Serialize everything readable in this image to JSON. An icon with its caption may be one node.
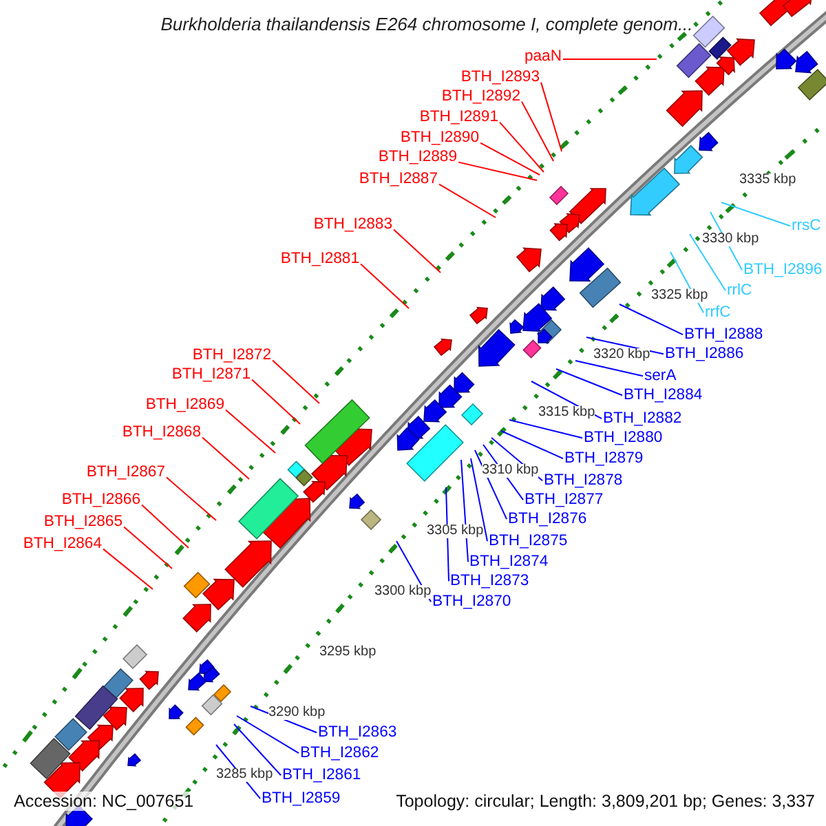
{
  "diagram": {
    "title": "Burkholderia thailandensis E264 chromosome I, complete genom...",
    "nodes": [
      {
        "text": [
          "paaN"
        ]
      },
      {
        "text": [
          "BTH_I2893"
        ]
      },
      {
        "text": [
          "BTH_I2892"
        ]
      },
      {
        "text": [
          "BTH_I2891"
        ]
      },
      {
        "text": [
          "BTH_I2890"
        ]
      },
      {
        "text": [
          "BTH_I2889"
        ]
      },
      {
        "text": [
          "BTH_I2887"
        ]
      },
      {
        "text": [
          "rrsC"
        ]
      },
      {
        "text": [
          "BTH_I2883"
        ]
      },
      {
        "text": [
          "BTH_I2881"
        ]
      },
      {
        "text": [
          "BTH_I2896"
        ]
      },
      {
        "text": [
          "rrlC"
        ]
      },
      {
        "text": [
          "rrfC"
        ]
      },
      {
        "text": [
          "BTH_I2888"
        ]
      },
      {
        "text": [
          "BTH_I2886"
        ]
      },
      {
        "text": [
          "serA"
        ]
      },
      {
        "text": [
          "BTH_I2872"
        ]
      },
      {
        "text": [
          "BTH_I2884"
        ]
      },
      {
        "text": [
          "BTH_I2871"
        ]
      },
      {
        "text": [
          "BTH_I2882"
        ]
      },
      {
        "text": [
          "BTH_I2869"
        ]
      },
      {
        "text": [
          "BTH_I2880"
        ]
      },
      {
        "text": [
          "BTH_I2868"
        ]
      },
      {
        "text": [
          "BTH_I2879"
        ]
      },
      {
        "text": [
          "BTH_I2878"
        ]
      },
      {
        "text": [
          "BTH_I2867"
        ]
      },
      {
        "text": [
          "BTH_I2877"
        ]
      },
      {
        "text": [
          "BTH_I2866"
        ]
      },
      {
        "text": [
          "BTH_I2876"
        ]
      },
      {
        "text": [
          "BTH_I2865"
        ]
      },
      {
        "text": [
          "BTH_I2875"
        ]
      },
      {
        "text": [
          "BTH_I2864"
        ]
      },
      {
        "text": [
          "BTH_I2874"
        ]
      },
      {
        "text": [
          "BTH_I2873"
        ]
      },
      {
        "text": [
          "BTH_I2870"
        ]
      },
      {
        "text": [
          "BTH_I2863"
        ]
      },
      {
        "text": [
          "BTH_I2862"
        ]
      },
      {
        "text": [
          "BTH_I2861"
        ]
      },
      {
        "text": [
          "BTH_I2859"
        ]
      }
    ],
    "edges": [
      {
        "from": 0,
        "to": null,
        "arrow": "none",
        "color": "#ff0000"
      },
      {
        "from": 1,
        "to": null,
        "arrow": "none",
        "color": "#ff0000"
      },
      {
        "from": 2,
        "to": null,
        "arrow": "none",
        "color": "#ff0000"
      },
      {
        "from": 3,
        "to": null,
        "arrow": "none",
        "color": "#ff0000"
      },
      {
        "from": 4,
        "to": null,
        "arrow": "none",
        "color": "#ff0000"
      },
      {
        "from": 5,
        "to": null,
        "arrow": "none",
        "color": "#ff0000"
      },
      {
        "from": 6,
        "to": null,
        "arrow": "none",
        "color": "#ff0000"
      },
      {
        "from": 7,
        "to": null,
        "arrow": "none",
        "color": "#33ccff"
      },
      {
        "from": 8,
        "to": null,
        "arrow": "none",
        "color": "#ff0000"
      },
      {
        "from": 9,
        "to": null,
        "arrow": "none",
        "color": "#ff0000"
      },
      {
        "from": 10,
        "to": null,
        "arrow": "none",
        "color": "#33ccff"
      },
      {
        "from": 11,
        "to": null,
        "arrow": "none",
        "color": "#33ccff"
      },
      {
        "from": 12,
        "to": null,
        "arrow": "none",
        "color": "#33ccff"
      },
      {
        "from": 13,
        "to": null,
        "arrow": "none"
      },
      {
        "from": 14,
        "to": null,
        "arrow": "none"
      },
      {
        "from": 15,
        "to": null,
        "arrow": "none"
      },
      {
        "from": 16,
        "to": null,
        "arrow": "none",
        "color": "#ff0000"
      },
      {
        "from": 17,
        "to": null,
        "arrow": "none"
      },
      {
        "from": 18,
        "to": null,
        "arrow": "none",
        "color": "#ff0000"
      },
      {
        "from": 19,
        "to": null,
        "arrow": "none"
      },
      {
        "from": 20,
        "to": null,
        "arrow": "none",
        "color": "#ff0000"
      },
      {
        "from": 21,
        "to": null,
        "arrow": "none"
      },
      {
        "from": 22,
        "to": null,
        "arrow": "none",
        "color": "#ff0000"
      },
      {
        "from": 23,
        "to": null,
        "arrow": "none"
      },
      {
        "from": 24,
        "to": null,
        "arrow": "none"
      },
      {
        "from": 25,
        "to": null,
        "arrow": "none",
        "color": "#ff0000"
      },
      {
        "from": 26,
        "to": null,
        "arrow": "none"
      },
      {
        "from": 27,
        "to": null,
        "arrow": "none",
        "color": "#ff0000"
      },
      {
        "from": 28,
        "to": null,
        "arrow": "none"
      },
      {
        "from": 29,
        "to": null,
        "arrow": "none",
        "color": "#ff0000"
      },
      {
        "from": 30,
        "to": null,
        "arrow": "none"
      },
      {
        "from": 31,
        "to": null,
        "arrow": "none",
        "color": "#ff0000"
      },
      {
        "from": 32,
        "to": null,
        "arrow": "none"
      },
      {
        "from": 33,
        "to": null,
        "arrow": "none"
      },
      {
        "from": 34,
        "to": null,
        "arrow": "none"
      },
      {
        "from": 35,
        "to": null,
        "arrow": "none"
      },
      {
        "from": 36,
        "to": null,
        "arrow": "none"
      },
      {
        "from": 37,
        "to": null,
        "arrow": "none"
      },
      {
        "from": 38,
        "to": null,
        "arrow": "none"
      }
    ],
    "labels": [
      "3335 kbp",
      "3330 kbp",
      "3325 kbp",
      "3320 kbp",
      "3315 kbp",
      "3310 kbp",
      "3305 kbp",
      "3300 kbp",
      "3295 kbp",
      "3290 kbp",
      "3285 kbp",
      "Accession: NC_007651",
      "Topology: circular; Length: 3,809,201 bp; Genes: 3,337"
    ]
  }
}
